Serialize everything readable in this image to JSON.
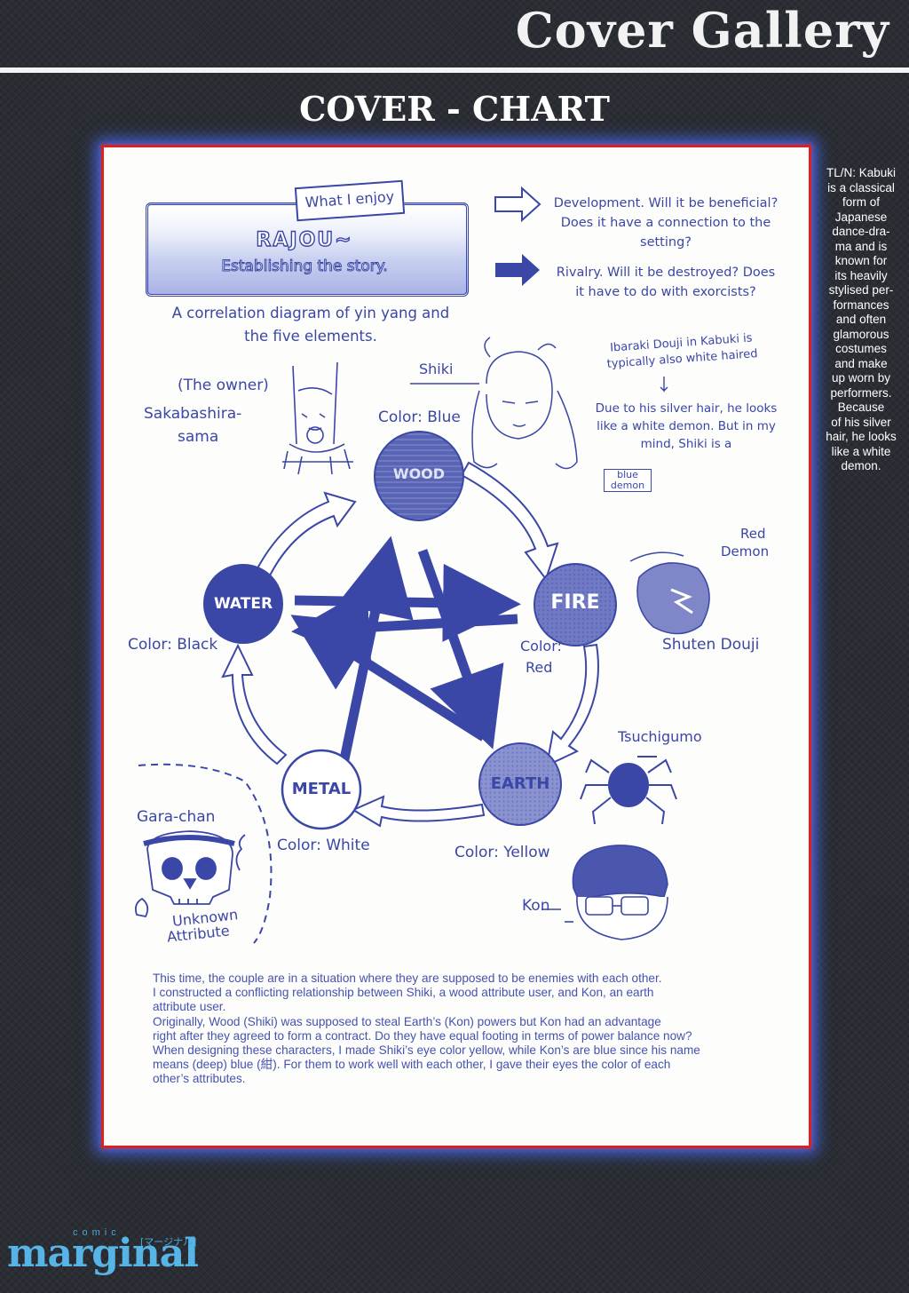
{
  "header": {
    "title": "Cover Gallery",
    "section": "COVER - CHART"
  },
  "diagram": {
    "banner_label": "What I enjoy",
    "banner_title": "RAJOU~",
    "banner_subtitle": "Establishing the story.",
    "subtitle_line1": "A correlation diagram of yin yang and",
    "subtitle_line2": "the five elements.",
    "legend": [
      {
        "line1": "Development. Will it be beneficial?",
        "line2": "Does it have a connection to the",
        "line3": "setting?"
      },
      {
        "line1": "Rivalry. Will it be destroyed? Does",
        "line2": "it have to do with exorcists?",
        "line3": ""
      }
    ],
    "elements": {
      "wood": {
        "name": "WOOD",
        "color_label": "Color: Blue"
      },
      "fire": {
        "name": "FIRE",
        "color_label_1": "Color:",
        "color_label_2": "Red"
      },
      "earth": {
        "name": "EARTH",
        "color_label": "Color: Yellow"
      },
      "metal": {
        "name": "METAL",
        "color_label": "Color: White"
      },
      "water": {
        "name": "WATER",
        "color_label": "Color: Black"
      }
    },
    "characters": {
      "owner_1": "(The owner)",
      "owner_2": "Sakabashira-",
      "owner_3": "sama",
      "shiki": "Shiki",
      "red_demon_1": "Red",
      "red_demon_2": "Demon",
      "shuten": "Shuten Douji",
      "tsuchigumo": "Tsuchigumo",
      "kon": "Kon",
      "gara": "Gara-chan",
      "unknown_1": "Unknown",
      "unknown_2": "Attribute"
    },
    "notes": {
      "ibaraki_1": "Ibaraki Douji in Kabuki is",
      "ibaraki_2": "typically also white haired",
      "silver_1": "Due to his silver hair, he looks",
      "silver_2": "like a white demon. But in my",
      "silver_3": "mind, Shiki is a",
      "blue_1": "blue",
      "blue_2": "demon"
    }
  },
  "translator_note": [
    "TL/N: Kabuki",
    "is a classical",
    "form of",
    "Japanese",
    "dance-dra-",
    "ma and is",
    "known for",
    "its heavily",
    "stylised per-",
    "formances",
    "and often",
    "glamorous",
    "costumes",
    "and make",
    "up worn by",
    "performers.",
    "Because",
    "of his silver",
    "hair, he looks",
    "like a white",
    "demon."
  ],
  "essay": [
    "This time, the couple are in a situation where they are supposed to be enemies with each other.",
    "I constructed a conflicting relationship between Shiki, a wood attribute user, and Kon, an earth",
    "attribute user.",
    "Originally, Wood (Shiki) was supposed to steal Earth’s (Kon) powers but Kon had an advantage",
    "right after they agreed to form a contract. Do they have equal footing in terms of power balance now?",
    "When designing these characters, I made Shiki’s eye color yellow, while Kon’s are blue since his name",
    "means (deep) blue (紺). For them to work well with each other, I gave their eyes the color of each",
    "other’s attributes."
  ],
  "logo": {
    "small": "comic",
    "main": "marginal",
    "jp": "[マージナル]"
  },
  "colors": {
    "ink": "#3a47a6",
    "frame_red": "#e0201c",
    "glow_blue": "#466eff",
    "logo_blue": "#56b4e6"
  }
}
